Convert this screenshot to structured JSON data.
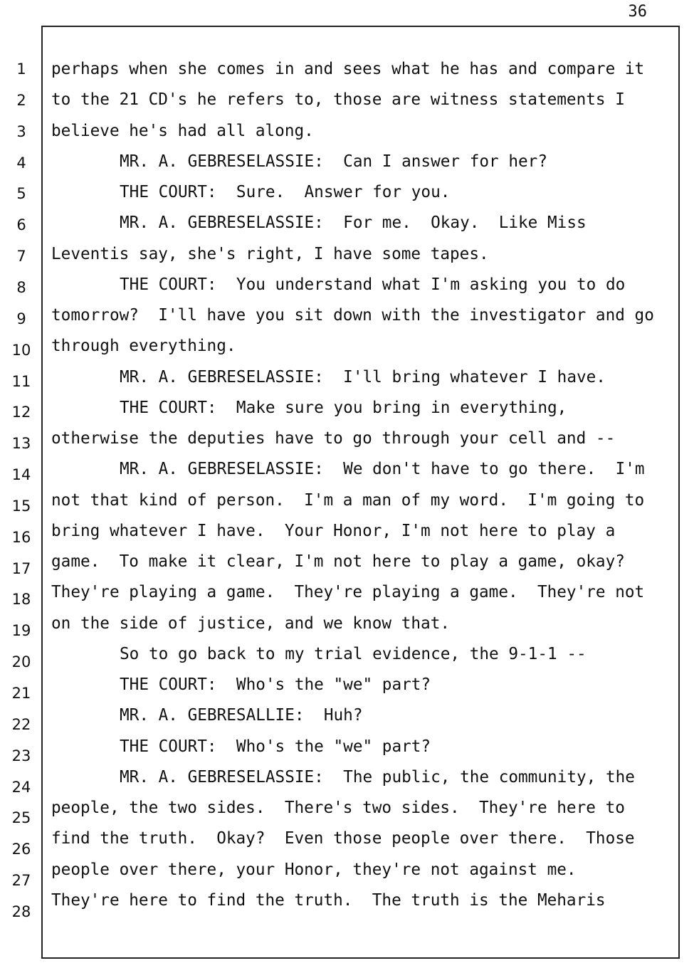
{
  "page_number": "36",
  "line_numbers": [
    "1",
    "2",
    "3",
    "4",
    "5",
    "6",
    "7",
    "8",
    "9",
    "10",
    "11",
    "12",
    "13",
    "14",
    "15",
    "16",
    "17",
    "18",
    "19",
    "20",
    "21",
    "22",
    "23",
    "24",
    "25",
    "26",
    "27",
    "28"
  ],
  "lines": [
    {
      "text": "perhaps when she comes in and sees what he has and compare it",
      "indent": false
    },
    {
      "text": "to the 21 CD's he refers to, those are witness statements I",
      "indent": false
    },
    {
      "text": "believe he's had all along.",
      "indent": false
    },
    {
      "text": "MR. A. GEBRESELASSIE:  Can I answer for her?",
      "indent": true
    },
    {
      "text": "THE COURT:  Sure.  Answer for you.",
      "indent": true
    },
    {
      "text": "MR. A. GEBRESELASSIE:  For me.  Okay.  Like Miss",
      "indent": true
    },
    {
      "text": "Leventis say, she's right, I have some tapes.",
      "indent": false
    },
    {
      "text": "THE COURT:  You understand what I'm asking you to do",
      "indent": true
    },
    {
      "text": "tomorrow?  I'll have you sit down with the investigator and go",
      "indent": false
    },
    {
      "text": "through everything.",
      "indent": false
    },
    {
      "text": "MR. A. GEBRESELASSIE:  I'll bring whatever I have.",
      "indent": true
    },
    {
      "text": "THE COURT:  Make sure you bring in everything,",
      "indent": true
    },
    {
      "text": "otherwise the deputies have to go through your cell and --",
      "indent": false
    },
    {
      "text": "MR. A. GEBRESELASSIE:  We don't have to go there.  I'm",
      "indent": true
    },
    {
      "text": "not that kind of person.  I'm a man of my word.  I'm going to",
      "indent": false
    },
    {
      "text": "bring whatever I have.  Your Honor, I'm not here to play a",
      "indent": false
    },
    {
      "text": "game.  To make it clear, I'm not here to play a game, okay?",
      "indent": false
    },
    {
      "text": "They're playing a game.  They're playing a game.  They're not",
      "indent": false
    },
    {
      "text": "on the side of justice, and we know that.",
      "indent": false
    },
    {
      "text": "So to go back to my trial evidence, the 9-1-1 --",
      "indent": true
    },
    {
      "text": "THE COURT:  Who's the \"we\" part?",
      "indent": true
    },
    {
      "text": "MR. A. GEBRESALLIE:  Huh?",
      "indent": true
    },
    {
      "text": "THE COURT:  Who's the \"we\" part?",
      "indent": true
    },
    {
      "text": "MR. A. GEBRESELASSIE:  The public, the community, the",
      "indent": true
    },
    {
      "text": "people, the two sides.  There's two sides.  They're here to",
      "indent": false
    },
    {
      "text": "find the truth.  Okay?  Even those people over there.  Those",
      "indent": false
    },
    {
      "text": "people over there, your Honor, they're not against me.",
      "indent": false
    },
    {
      "text": "They're here to find the truth.  The truth is the Meharis",
      "indent": false
    }
  ]
}
